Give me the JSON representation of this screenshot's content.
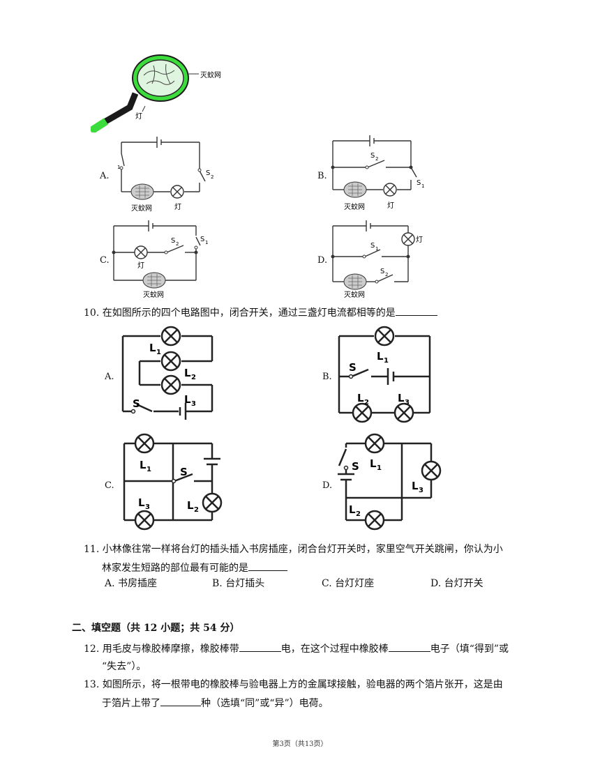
{
  "racket": {
    "net_label": "灭蚊网",
    "lamp_label": "灯"
  },
  "q9": {
    "options": [
      {
        "letter": "A.",
        "s1": "S",
        "s1sub": "1",
        "s2": "S",
        "s2sub": "2",
        "net": "灭蚊网",
        "lamp": "灯"
      },
      {
        "letter": "B.",
        "s1": "S",
        "s1sub": "1",
        "s2": "S",
        "s2sub": "2",
        "net": "灭蚊网",
        "lamp": "灯"
      },
      {
        "letter": "C.",
        "s1": "S",
        "s1sub": "1",
        "s2": "S",
        "s2sub": "2",
        "net": "灭蚊网",
        "lamp": "灯"
      },
      {
        "letter": "D.",
        "s1": "S",
        "s1sub": "1",
        "s2": "S",
        "s2sub": "2",
        "net": "灭蚊网",
        "lamp": "灯"
      }
    ]
  },
  "q10": {
    "number": "10.",
    "text": "在如图所示的四个电路图中，闭合开关，通过三盏灯电流都相等的是",
    "options": [
      {
        "letter": "A.",
        "L": "L",
        "s": "S",
        "n1": "1",
        "n2": "2",
        "n3": "3"
      },
      {
        "letter": "B.",
        "L": "L",
        "s": "S",
        "n1": "1",
        "n2": "2",
        "n3": "3"
      },
      {
        "letter": "C.",
        "L": "L",
        "s": "S",
        "n1": "1",
        "n2": "2",
        "n3": "3"
      },
      {
        "letter": "D.",
        "L": "L",
        "s": "S",
        "n1": "1",
        "n2": "2",
        "n3": "3"
      }
    ]
  },
  "q11": {
    "number": "11.",
    "line1": "小林像往常一样将台灯的插头插入书房插座，闭合台灯开关时，家里空气开关跳闸，你认为小",
    "line2": "林家发生短路的部位最有可能的是",
    "options": [
      "A. 书房插座",
      "B. 台灯插头",
      "C. 台灯灯座",
      "D. 台灯开关"
    ]
  },
  "section2": {
    "heading": "二、填空题（共 12 小题；共 54 分）"
  },
  "q12": {
    "number": "12.",
    "part1": "用毛皮与橡胶棒摩擦，橡胶棒带",
    "part2": "电，在这个过程中橡胶棒",
    "part3": "电子（填“得到”或",
    "line2": "“失去”）。"
  },
  "q13": {
    "number": "13.",
    "line1": "如图所示，将一根带电的橡胶棒与验电器上方的金属球接触，验电器的两个箔片张开，这是由",
    "part1": "于箔片上带了",
    "part2": "种（选填“同”或“异”）电荷。"
  },
  "footer": {
    "page": "第3页（共13页）"
  }
}
